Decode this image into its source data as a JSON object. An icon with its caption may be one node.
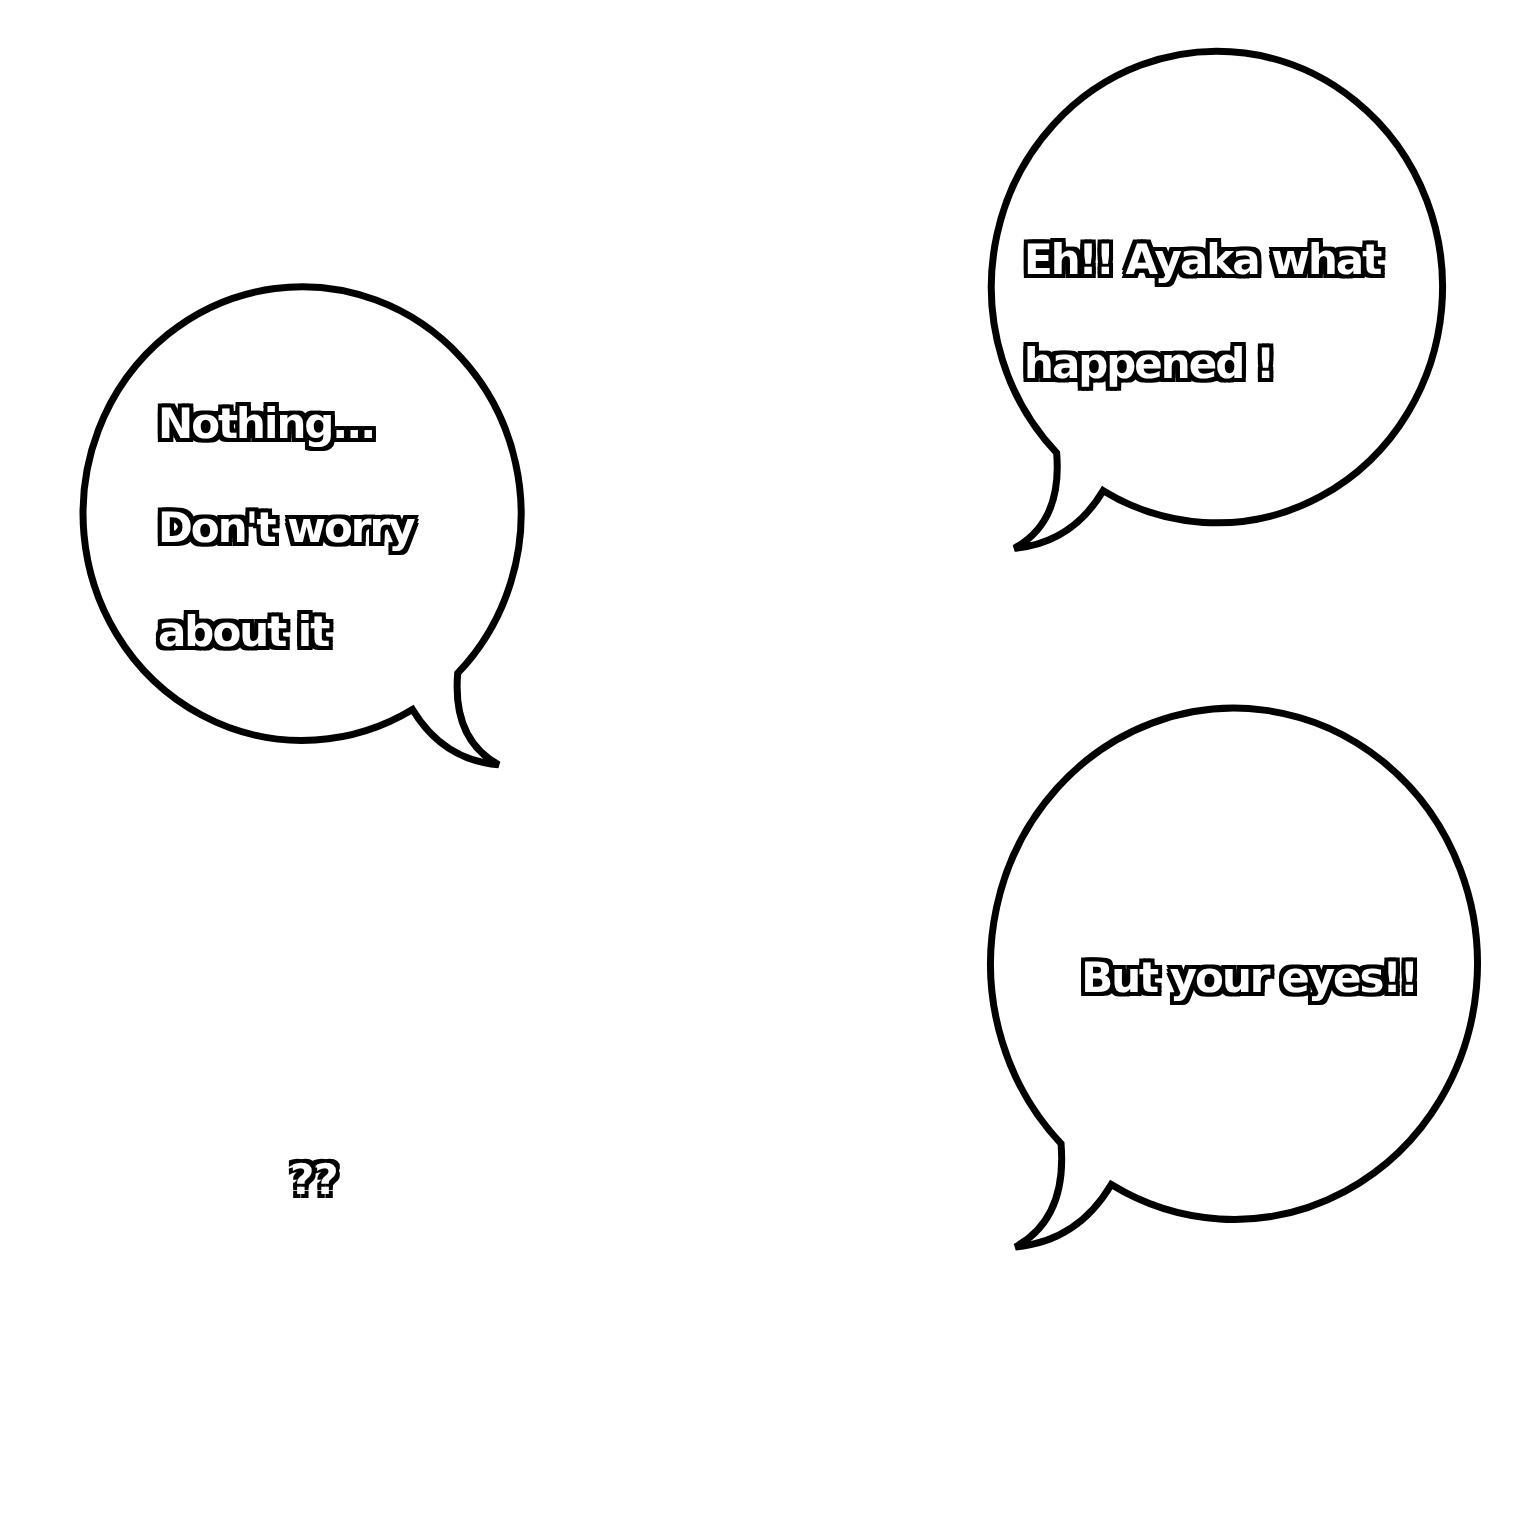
{
  "diagram": {
    "nodes": [
      {
        "text": [
          "Eh!! Ayaka what happened !"
        ]
      },
      {
        "text": [
          "Nothing... Don't worry about it"
        ]
      },
      {
        "text": [
          "But your eyes!!"
        ]
      }
    ],
    "labels": [
      "??"
    ]
  }
}
